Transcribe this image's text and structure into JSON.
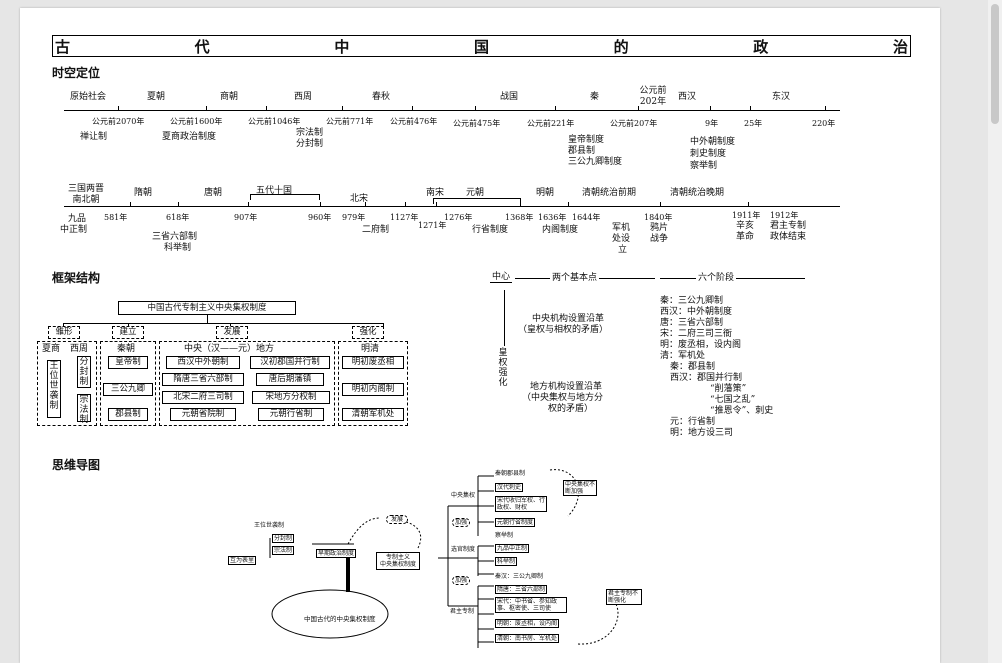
{
  "title_chars": [
    "古",
    "代",
    "中",
    "国",
    "的",
    "政",
    "治"
  ],
  "sections": {
    "timeline": "时空定位",
    "framework": "框架结构",
    "mindmap": "思维导图"
  },
  "timeline1": {
    "periods": [
      "原始社会",
      "夏朝",
      "商朝",
      "西周",
      "春秋",
      "战国",
      "秦",
      "公元前",
      "202年",
      "西汉",
      "东汉"
    ],
    "dates": [
      "公元前2070年",
      "公元前1600年",
      "公元前1046年",
      "公元前771年",
      "公元前476年",
      "公元前475年",
      "公元前221年",
      "公元前207年",
      "9年",
      "25年",
      "220年"
    ],
    "notes": [
      "禅让制",
      "夏商政治制度",
      "宗法制",
      "分封制",
      "皇帝制度",
      "郡县制",
      "三公九卿制度",
      "中外朝制度",
      "刺史制度",
      "察举制"
    ]
  },
  "timeline2": {
    "periods": [
      "三国两晋",
      "南北朝",
      "隋朝",
      "唐朝",
      "五代十国",
      "北宋",
      "南宋",
      "元朝",
      "明朝",
      "清朝统治前期",
      "清朝统治晚期"
    ],
    "dates": [
      "581年",
      "618年",
      "907年",
      "960年",
      "979年",
      "1127年",
      "1271年",
      "1276年",
      "1368年",
      "1636年",
      "1644年",
      "1840年",
      "1911年",
      "1912年"
    ],
    "notes": [
      "九品",
      "中正制",
      "三省六部制",
      "科举制",
      "二府制",
      "行省制度",
      "内阁制度",
      "军机",
      "处设",
      "立",
      "鸦片",
      "战争",
      "辛亥",
      "革命",
      "君主专制",
      "政体结束"
    ]
  },
  "framework_left": {
    "root": "中国古代专制主义中央集权制度",
    "stages": [
      "雏形",
      "建立",
      "发展",
      "强化"
    ],
    "xia_shang": "夏商",
    "xi_zhou": "西周",
    "wang_wei": "王位世袭制",
    "fen_feng": "分封制",
    "zong_fa": "宗法制",
    "qin": "秦朝",
    "huang_di": "皇帝制",
    "san_gong": "三公九卿",
    "jun_xian": "郡县制",
    "develop_head": "中央（汉——元）地方",
    "develop_rows": [
      [
        "西汉中外朝制",
        "汉初郡国并行制"
      ],
      [
        "隋唐三省六部制",
        "唐后期藩镇"
      ],
      [
        "北宋二府三司制",
        "宋地方分权制"
      ],
      [
        "元朝省院制",
        "元朝行省制"
      ]
    ],
    "ming_qing": "明清",
    "strengthen": [
      "明初废丞相",
      "明初内阁制",
      "清朝军机处"
    ]
  },
  "framework_right": {
    "center": "中心",
    "two_points": "两个基本点",
    "six_stages": "六个阶段",
    "side": "皇权强化",
    "central_title": "中央机构设置沿革",
    "central_sub": "（皇权与相权的矛盾）",
    "local_title": "地方机构设置沿革",
    "local_sub1": "（中央集权与地方分",
    "local_sub2": "权的矛盾）",
    "central_items": [
      "秦：三公九卿制",
      "西汉：中外朝制度",
      "唐：三省六部制",
      "宋：二府三司三衙",
      "明：废丞相，设内阁",
      "清：军机处"
    ],
    "local_items": [
      "秦：郡县制",
      "西汉：郡国并行制",
      "“削藩策”",
      "“七国之乱”",
      "“推恩令”、刺史",
      "元：行省制",
      "明：地方设三司"
    ]
  },
  "mindmap": {
    "center": "中国古代的中央集权制度",
    "core1": "专制主义",
    "core2": "中央集权制度",
    "early": "早期政治制度",
    "wangwei": "王位世袭制",
    "fenfeng": "分封制",
    "zongfa": "宗法制",
    "biaoli": "互为表里",
    "fazhan": "发展",
    "jiaqiang1": "加强",
    "jiaqiang2": "加强",
    "zhongyang": "中央集权",
    "xuanguan": "选官制度",
    "junzhu": "君主专制",
    "zy_items": [
      "秦朝郡县制",
      "汉代刺史",
      "宋代收归军权、行政权、财权",
      "元朝行省制度"
    ],
    "zy_note": "中央集权不断加强",
    "xg_items": [
      "察举制",
      "九品中正制",
      "科举制"
    ],
    "jz_items": [
      "秦汉：三公九卿制",
      "隋唐：三省六部制",
      "宋代：中书省、参知政事、枢密使、三司使",
      "明朝：废丞相，设内阁",
      "清朝：南书房、军机处"
    ],
    "jz_note": "君主专制不断强化"
  },
  "colors": {
    "ink": "#111111",
    "page": "#ffffff",
    "backdrop": "#e6e6e6"
  }
}
